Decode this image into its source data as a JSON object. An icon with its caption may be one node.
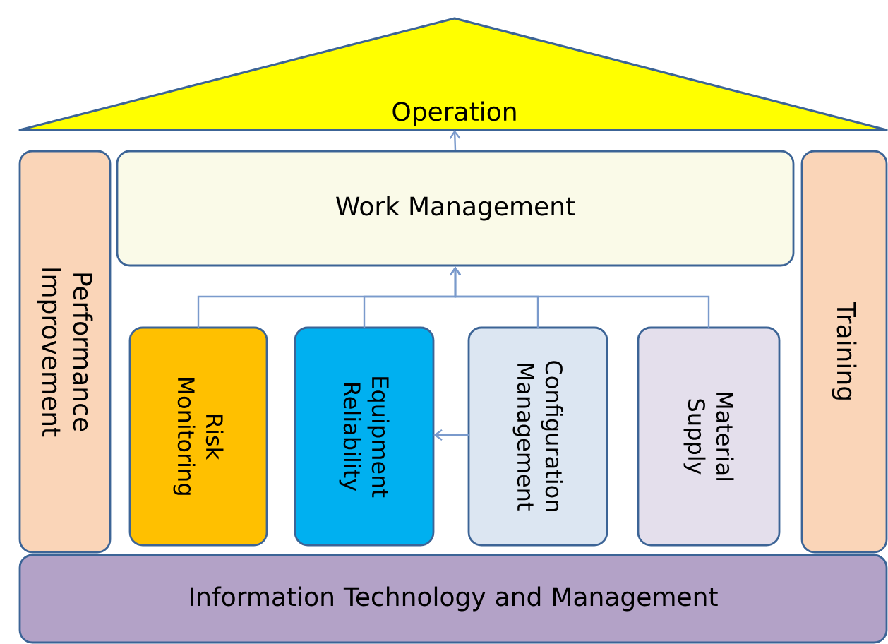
{
  "diagram": {
    "nodes": [
      {
        "text": [
          "Operation"
        ]
      },
      {
        "text": [
          "Performance Improvement"
        ]
      },
      {
        "text": [
          "Work Management"
        ]
      },
      {
        "text": [
          "Risk Monitoring"
        ]
      },
      {
        "text": [
          "Equipment Reliability"
        ]
      },
      {
        "text": [
          "Configuration Management"
        ]
      },
      {
        "text": [
          "Material Supply"
        ]
      },
      {
        "text": [
          "Training"
        ]
      },
      {
        "text": [
          "Information Technology and Management"
        ]
      }
    ],
    "edges": [
      {
        "from": 2,
        "to": 0,
        "arrow": "to"
      },
      {
        "from": 3,
        "to": 2,
        "arrow": "to"
      },
      {
        "from": 4,
        "to": 2,
        "arrow": "to"
      },
      {
        "from": 5,
        "to": 2,
        "arrow": "to"
      },
      {
        "from": 6,
        "to": 2,
        "arrow": "to"
      },
      {
        "from": 5,
        "to": 4,
        "arrow": "to"
      }
    ]
  }
}
